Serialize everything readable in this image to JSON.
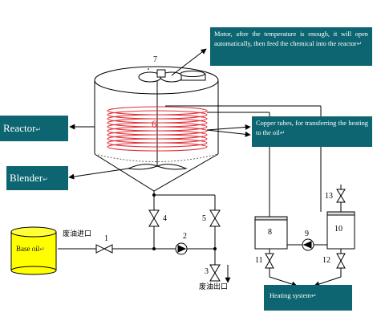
{
  "labels": {
    "motor_note": "Motor, after the temperature is enough, it will open automatically, then feed the chemical into the reactor",
    "reactor": "Reactor",
    "copper_tubes": "Copper tubes, for transferring the heating to the oil",
    "blender": "Blender",
    "base_oil": "Base oil",
    "heating_system": "Heating system",
    "waste_oil_inlet": "废油进口",
    "waste_oil_outlet": "废油出口",
    "return_mark": "↵"
  },
  "numbers": {
    "n1": "1",
    "n2": "2",
    "n3": "3",
    "n4": "4",
    "n5": "5",
    "n6": "6",
    "n7": "7",
    "n8": "8",
    "n9": "9",
    "n10": "10",
    "n11": "11",
    "n12": "12",
    "n13": "13"
  },
  "colors": {
    "box_fill": "#0c6570",
    "box_text": "#ffffff",
    "coil": "#e0313a",
    "base_oil_tank": "#ffff00",
    "pipe": "#000000"
  }
}
